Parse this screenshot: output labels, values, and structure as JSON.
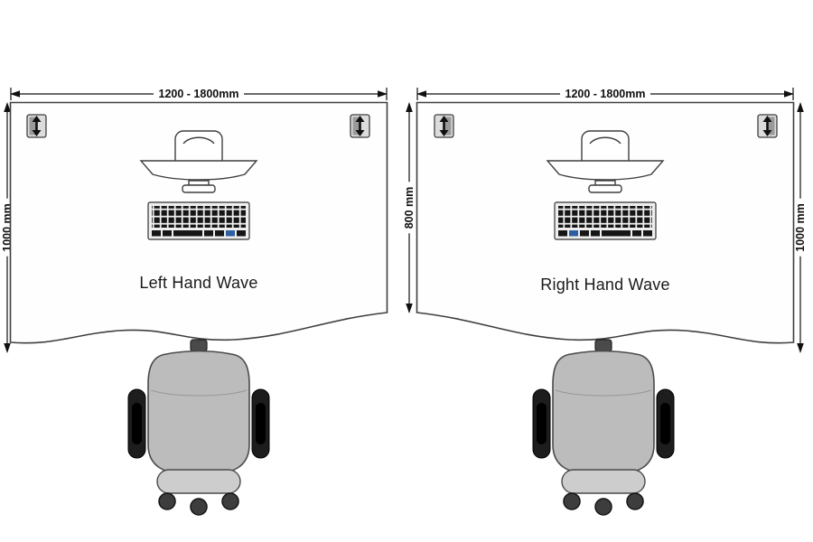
{
  "figure": {
    "type": "wave-desk-layout-comparison",
    "background": "#ffffff"
  },
  "diagrams": [
    {
      "id": "left-hand-wave",
      "title": "Left Hand Wave",
      "width_dimension": "1200 - 1800mm",
      "left_depth_dimension": "1000 mm",
      "objects": [
        "monitor-top-view",
        "keyboard-top-view",
        "cable-port-left",
        "cable-port-right",
        "office-chair-top-view"
      ]
    },
    {
      "id": "right-hand-wave",
      "title": "Right Hand Wave",
      "width_dimension": "1200 - 1800mm",
      "left_depth_dimension": "800 mm",
      "right_depth_dimension": "1000 mm",
      "objects": [
        "monitor-top-view",
        "keyboard-top-view",
        "cable-port-left",
        "cable-port-right",
        "office-chair-top-view"
      ]
    }
  ],
  "colors": {
    "outline": "#3f3f3f",
    "dimension": "#101010",
    "chair_fill": "#bcbcbc",
    "chair_base": "#cdcdcd",
    "armrest": "#1d1d1d",
    "key": "#161616"
  }
}
